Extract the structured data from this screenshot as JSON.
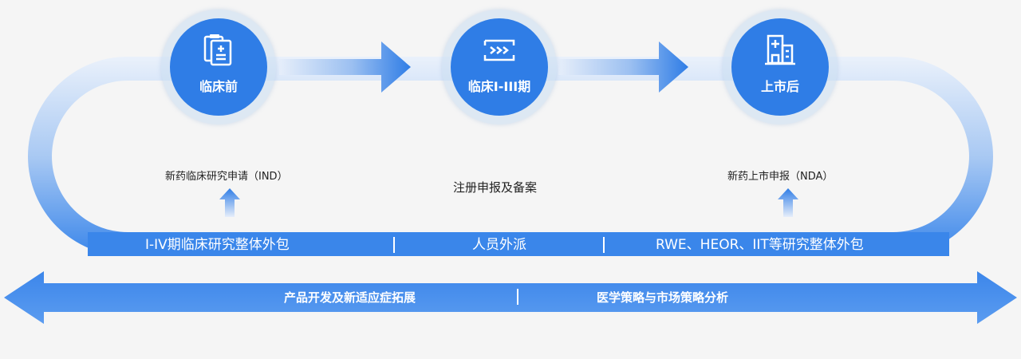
{
  "stages": [
    {
      "label": "临床前",
      "icon": "clipboard-medical-icon"
    },
    {
      "label": "临床I-III期",
      "icon": "fast-forward-badge-icon"
    },
    {
      "label": "上市后",
      "icon": "hospital-building-icon"
    }
  ],
  "milestones": {
    "ind": "新药临床研究申请（IND）",
    "registration": "注册申报及备案",
    "nda": "新药上市申报（NDA）"
  },
  "band": {
    "items": [
      "I-IV期临床研究整体外包",
      "人员外派",
      "RWE、HEOR、IIT等研究整体外包"
    ]
  },
  "bottom_arrow": {
    "items": [
      "产品开发及新适应症拓展",
      "医学策略与市场策略分析"
    ]
  },
  "colors": {
    "primary": "#2f7de6",
    "light": "#e6eefa",
    "background": "#f5f5f5"
  }
}
